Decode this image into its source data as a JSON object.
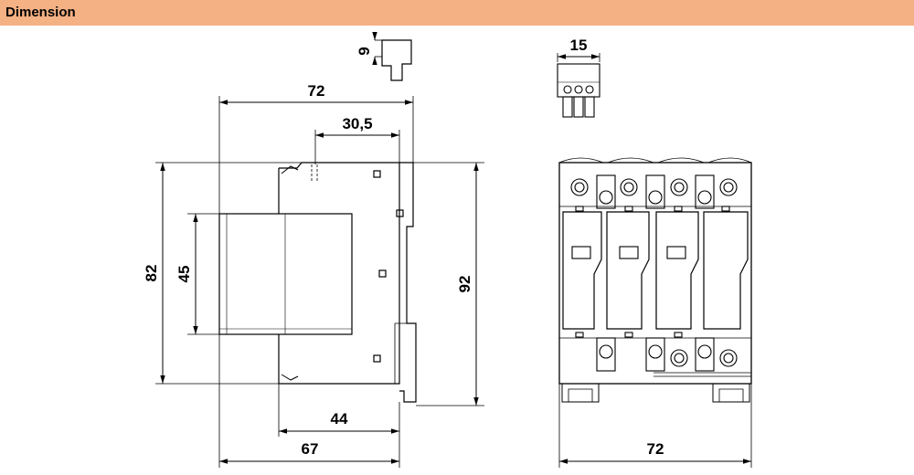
{
  "header": {
    "title": "Dimension",
    "background_color": "#f4b183"
  },
  "dimensions": {
    "side_total_width": "72",
    "side_top_offset": "30,5",
    "side_height_82": "82",
    "side_height_45": "45",
    "side_height_92": "92",
    "side_bottom_44": "44",
    "side_bottom_67": "67",
    "plug_side_9": "9",
    "plug_front_15": "15",
    "front_width_72": "72"
  }
}
